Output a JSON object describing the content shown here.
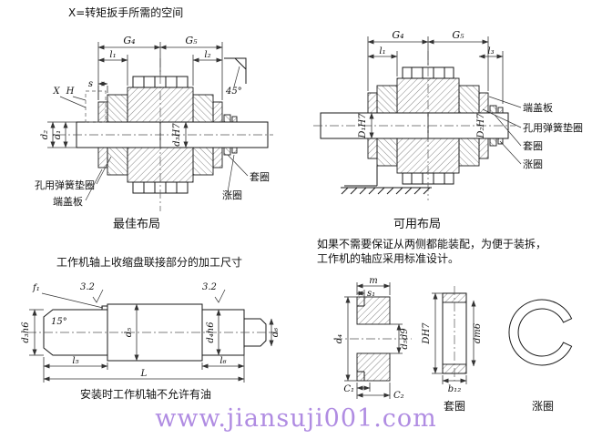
{
  "colors": {
    "watermark": "#a379de"
  },
  "top_note": "X=转矩扳手所需的空间",
  "best": {
    "caption": "最佳布局",
    "g4": "G₄",
    "g5": "G₅",
    "l1": "l₁",
    "l2": "l₂",
    "s": "s",
    "x": "X",
    "h": "H",
    "d1": "d₁",
    "d2": "d₂",
    "d3h7": "d₃H7",
    "chamfer": "45°",
    "washer": "孔用弹簧垫圈",
    "cover": "端盖板",
    "sleeve": "套圈",
    "snap": "涨圈"
  },
  "usable": {
    "caption": "可用布局",
    "g4": "G₄",
    "g5": "G₅",
    "l1": "l₁",
    "l3": "l₃",
    "d1h7": "D₁H7",
    "d2h7": "D₂H7",
    "cover": "端盖板",
    "washer": "孔用弹簧垫圈",
    "sleeve": "套圈",
    "snap": "涨圈"
  },
  "notes": {
    "assembly_line1": "如果不需要保证从两侧都能装配，为便于装拆，",
    "assembly_line2": "工作机的轴应采用标准设计。",
    "shaft_title": "工作机轴上收缩盘联接部分的加工尺寸",
    "oil_note": "安装时工作机轴不允许有油"
  },
  "shaft": {
    "f1": "f₁",
    "rough1": "3.2",
    "rough2": "3.2",
    "chamfer": "15°",
    "d3h6": "d₃h6",
    "d5": "d₅",
    "d4h6": "d₄h6",
    "d6": "d₆",
    "l5": "l₅",
    "l6": "l₆",
    "L": "L"
  },
  "section": {
    "m": "m",
    "s1": "s₁",
    "d4": "d₄",
    "d5d9": "d₅d9",
    "c1": "C₁",
    "c2": "C₂"
  },
  "sleeve_part": {
    "caption": "套圈",
    "dh7": "DH7",
    "dm6": "dm6",
    "b": "b₁₂"
  },
  "snap_part": {
    "caption": "涨圈"
  },
  "watermark": "www.jiansuji001.com"
}
